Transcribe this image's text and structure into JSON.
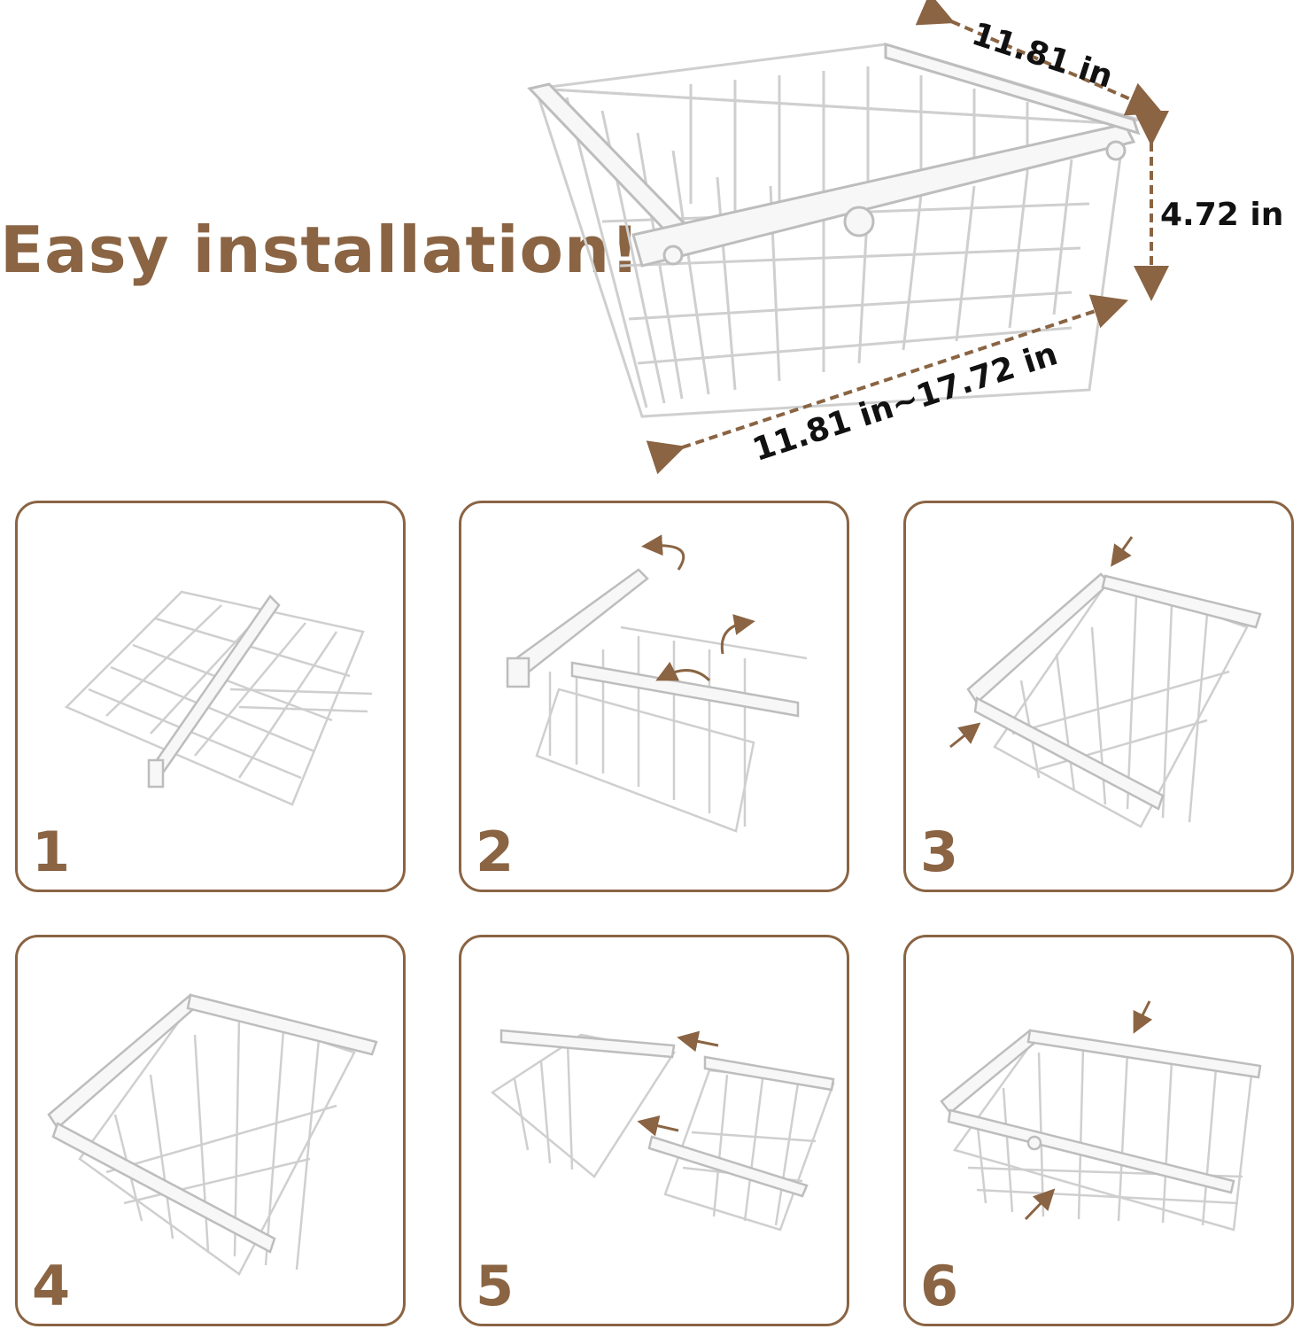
{
  "headline": "Easy installation!",
  "dimensions": {
    "depth": "11.81 in",
    "height": "4.72 in",
    "width_range": "11.81 in~17.72 in"
  },
  "steps": [
    "1",
    "2",
    "3",
    "4",
    "5",
    "6"
  ],
  "colors": {
    "accent": "#8a6443",
    "dimension_text": "#111111",
    "wire": "#d9d9d9",
    "rail": "#f4f4f4",
    "panel_border": "#8a6443"
  }
}
